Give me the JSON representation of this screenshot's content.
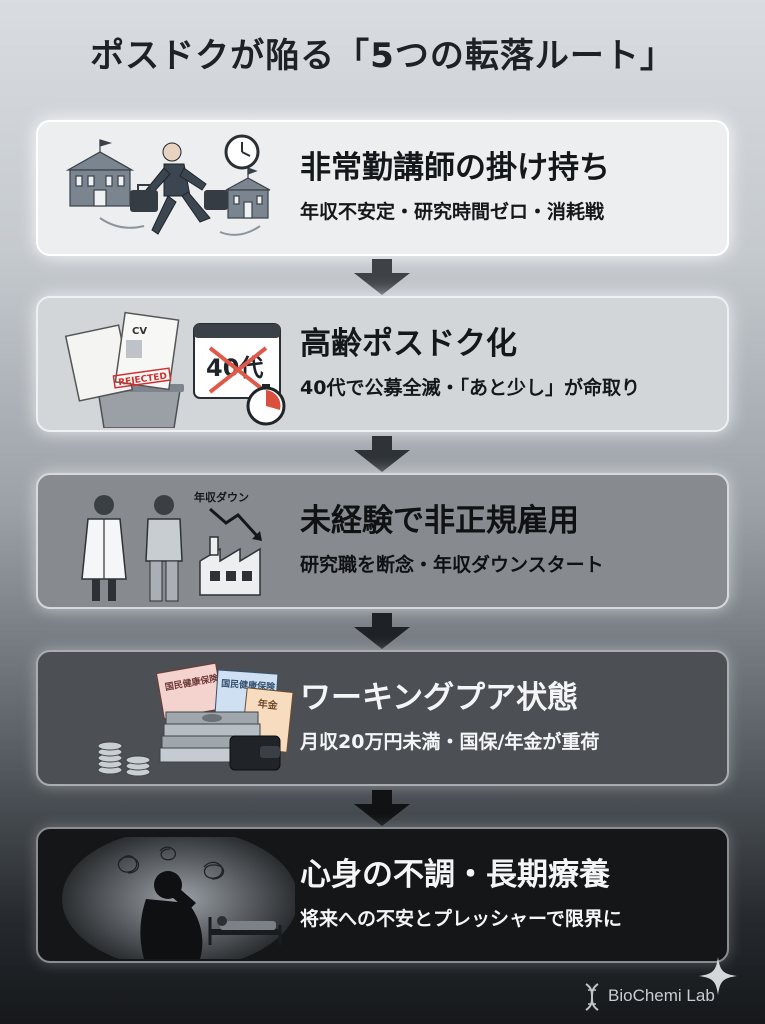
{
  "title": "ポスドクが陥る「5つの転落ルート」",
  "steps": [
    {
      "heading": "非常勤講師の掛け持ち",
      "sub": "年収不安定・研究時間ゼロ・消耗戦"
    },
    {
      "heading": "高齢ポスドク化",
      "sub": "40代で公募全滅・「あと少し」が命取り",
      "badge": "40代",
      "cv_label": "CV",
      "stamp": "REJECTED"
    },
    {
      "heading": "未経験で非正規雇用",
      "sub": "研究職を断念・年収ダウンスタート",
      "caption": "年収ダウン"
    },
    {
      "heading": "ワーキングプア状態",
      "sub": "月収20万円未満・国保/年金が重荷",
      "doc1": "国民健康保険",
      "doc2": "国民健康保険",
      "doc3": "年金"
    },
    {
      "heading": "心身の不調・長期療養",
      "sub": "将来への不安とプレッシャーで限界に"
    }
  ],
  "brand": "BioChemi Lab",
  "icons": [
    "university-icon",
    "running-man-icon",
    "clock-icon",
    "briefcase-icon",
    "cv-document-icon",
    "trash-can-icon",
    "calendar-icon",
    "stopwatch-icon",
    "lab-coat-person-icon",
    "worker-icon",
    "factory-icon",
    "down-trend-arrow-icon",
    "coin-stack-icon",
    "cash-stack-icon",
    "wallet-icon",
    "bill-document-icon",
    "distressed-person-icon",
    "sick-bed-icon",
    "dna-logo-icon",
    "sparkle-icon"
  ]
}
